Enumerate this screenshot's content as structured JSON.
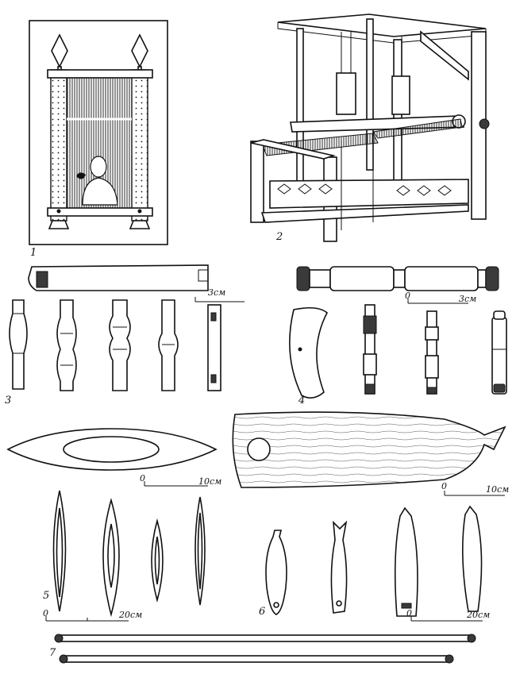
{
  "labels": {
    "fig1": "1",
    "fig2": "2",
    "fig3": "3",
    "fig4": "4",
    "fig5": "5",
    "fig6": "6",
    "fig7": "7"
  },
  "scales": {
    "s3": {
      "zero": "",
      "end": "3см"
    },
    "s4": {
      "zero": "0",
      "end": "3см"
    },
    "s5a": {
      "zero": "0",
      "end": "10см"
    },
    "s5b": {
      "zero": "0",
      "end": "10см"
    },
    "s5c": {
      "zero": "0",
      "end": "20см"
    },
    "s6": {
      "zero": "0",
      "end": "20см"
    }
  }
}
